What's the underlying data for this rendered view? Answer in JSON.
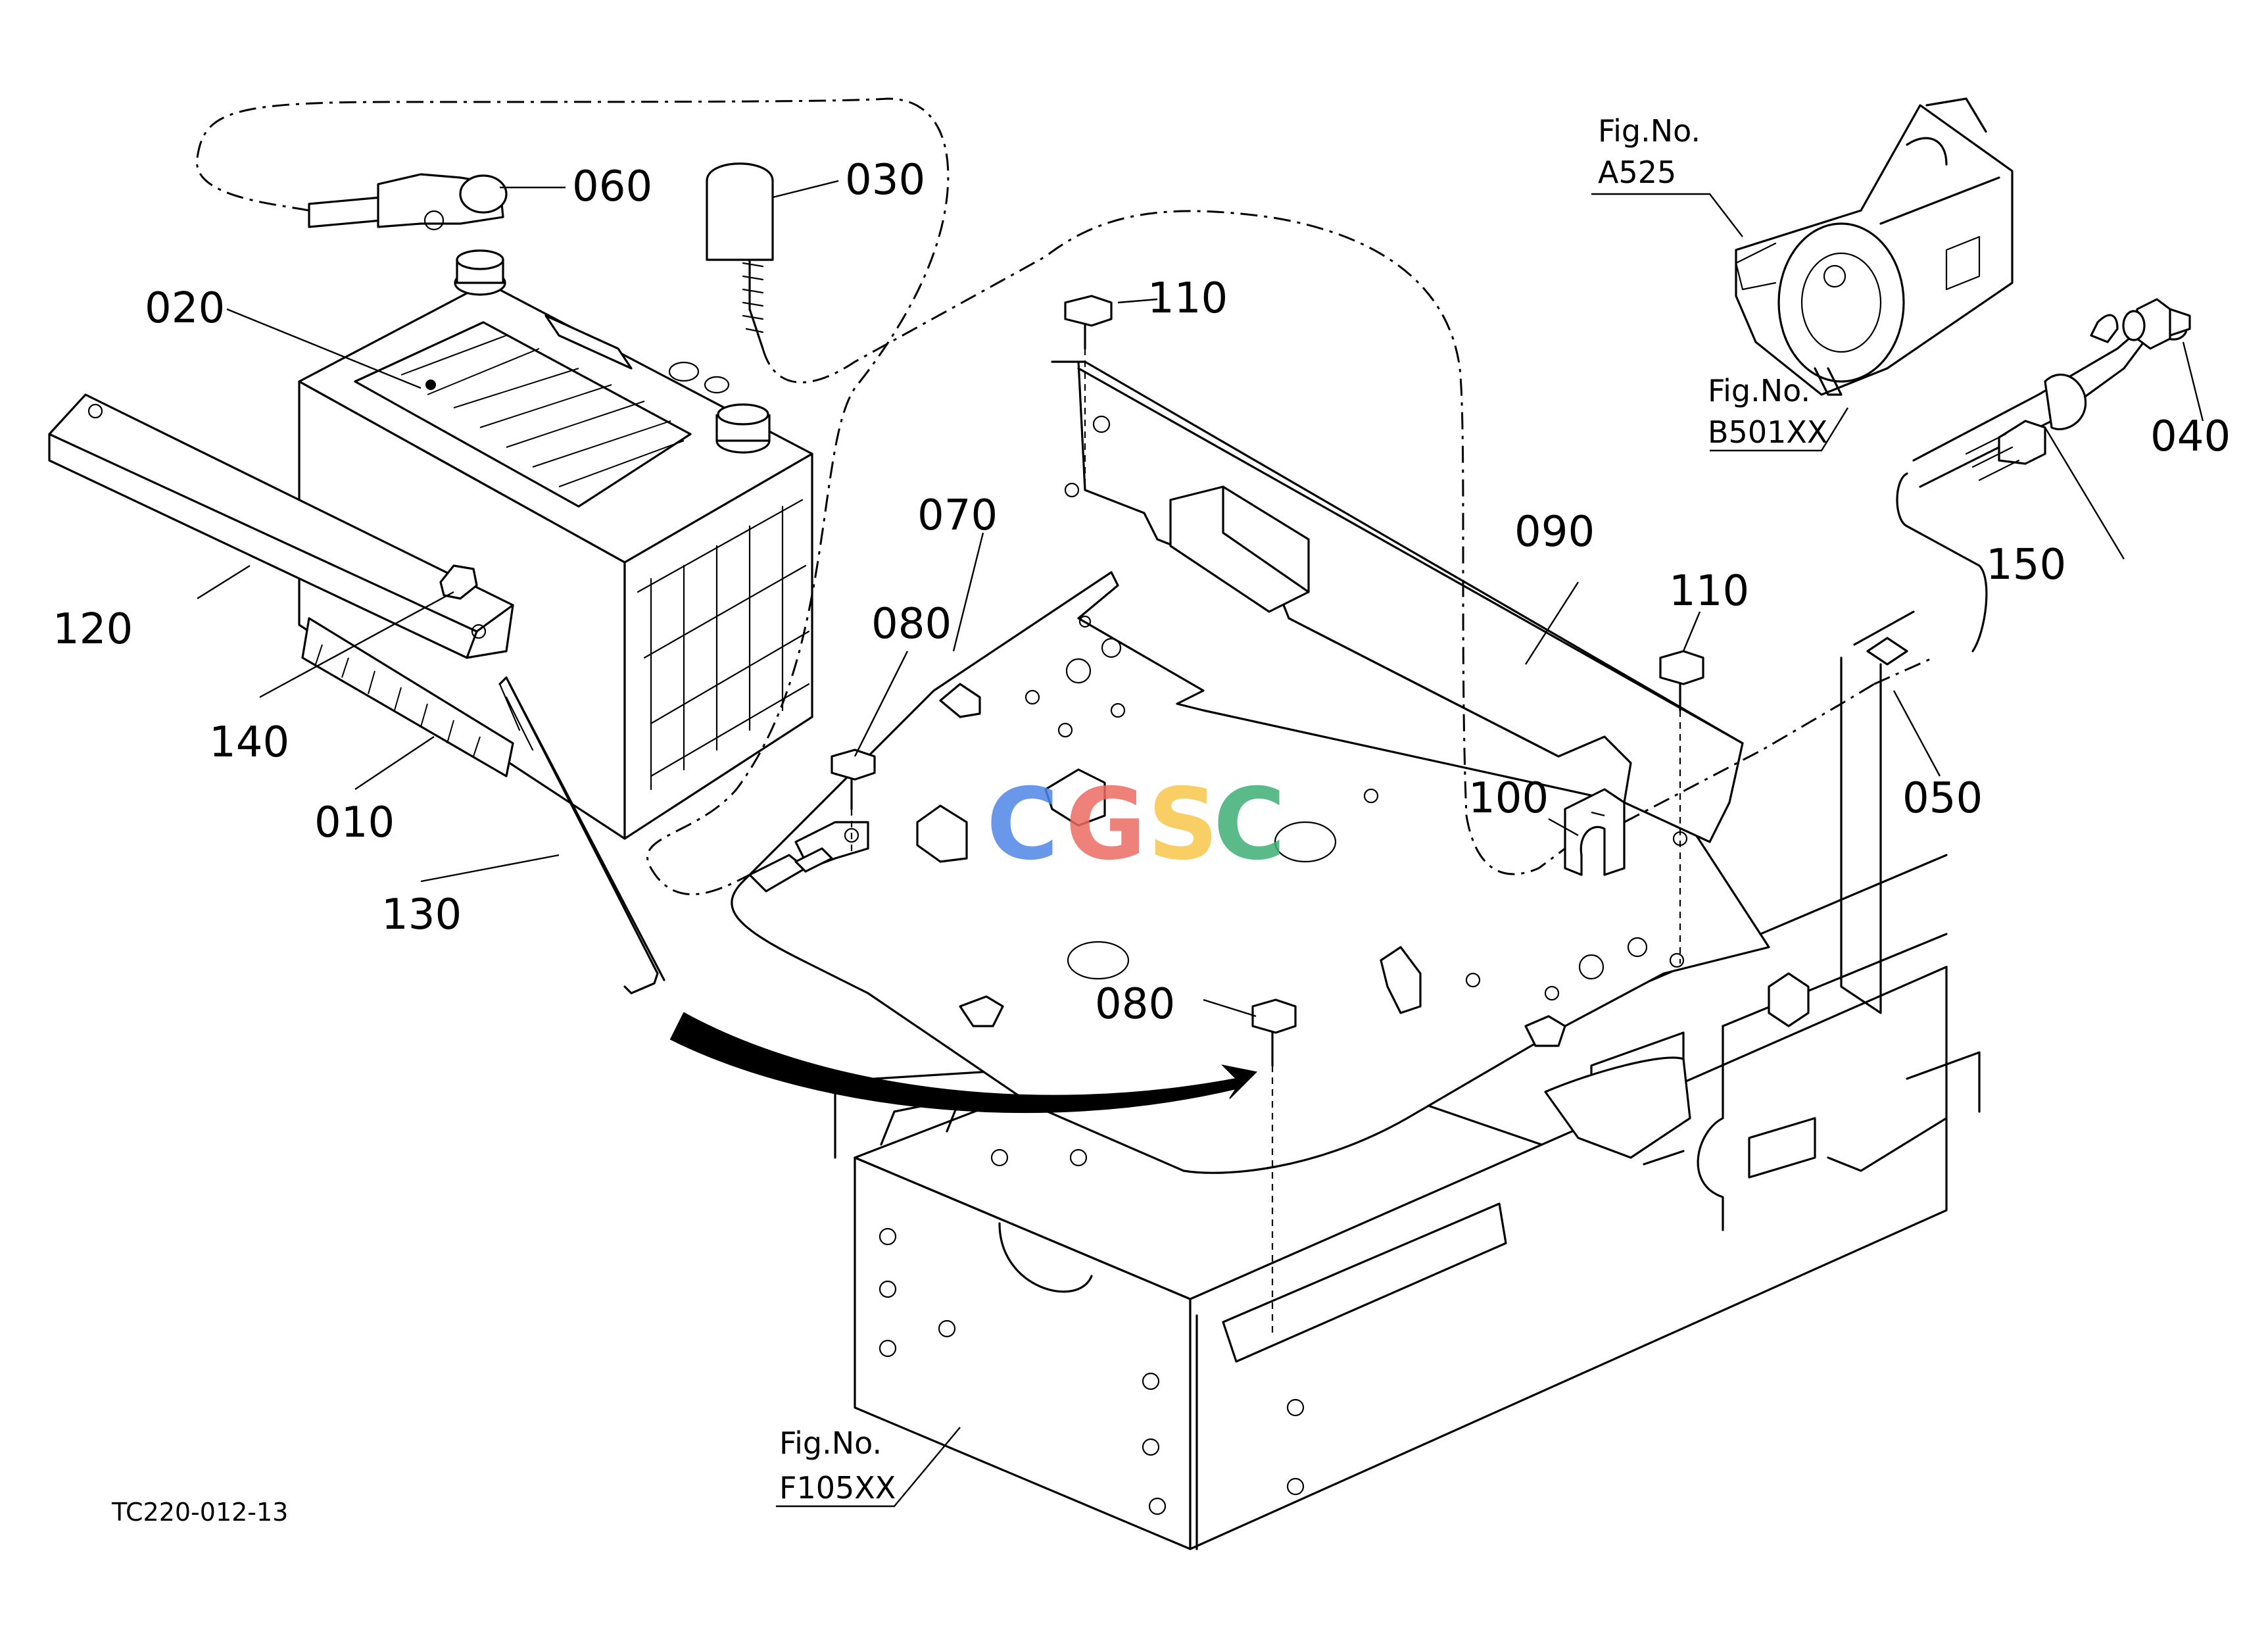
{
  "diagram": {
    "drawing_code": "TC220-012-13",
    "watermark": {
      "letters": [
        "C",
        "G",
        "S",
        "C"
      ],
      "colors": [
        "#4f86e6",
        "#ec6c62",
        "#f7c64b",
        "#3fae76"
      ]
    },
    "part_labels": {
      "p010": "010",
      "p020": "020",
      "p030": "030",
      "p040": "040",
      "p050": "050",
      "p060": "060",
      "p070": "070",
      "p080a": "080",
      "p080b": "080",
      "p090": "090",
      "p100": "100",
      "p110a": "110",
      "p110b": "110",
      "p120": "120",
      "p130": "130",
      "p140": "140",
      "p150": "150"
    },
    "figure_refs": {
      "a525": {
        "title": "Fig.No.",
        "number": "A525"
      },
      "b501": {
        "title": "Fig.No.",
        "number": "B501XX"
      },
      "f105": {
        "title": "Fig.No.",
        "number": "F105XX"
      }
    }
  }
}
